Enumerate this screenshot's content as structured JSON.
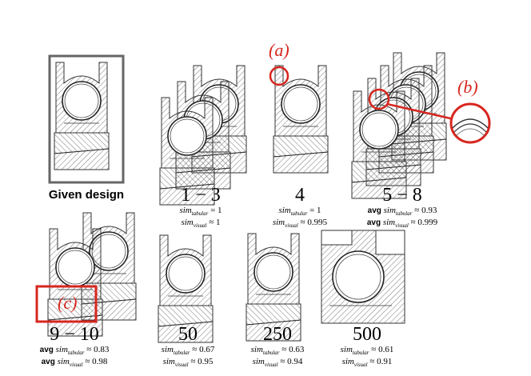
{
  "given_label": "Given design",
  "annotations": {
    "a": "(a)",
    "b": "(b)",
    "c": "(c)"
  },
  "colors": {
    "highlight": "#d7261e",
    "frame": "#666666",
    "line": "#333333",
    "hatch": "#555555"
  },
  "groups": [
    {
      "id": "1-3",
      "title": "1 − 3",
      "avg": "",
      "tab_rel": "= 1",
      "vis_rel": "≈ 1"
    },
    {
      "id": "4",
      "title": "4",
      "avg": "",
      "tab_rel": "= 1",
      "vis_rel": "≈ 0.995"
    },
    {
      "id": "5-8",
      "title": "5 − 8",
      "avg": "avg",
      "tab_rel": "≈ 0.93",
      "vis_rel": "≈ 0.999"
    },
    {
      "id": "9-10",
      "title": "9 − 10",
      "avg": "avg",
      "tab_rel": "≈ 0.83",
      "vis_rel": "≈ 0.98"
    },
    {
      "id": "50",
      "title": "50",
      "avg": "",
      "tab_rel": "≈ 0.67",
      "vis_rel": "≈ 0.95"
    },
    {
      "id": "250",
      "title": "250",
      "avg": "",
      "tab_rel": "≈ 0.63",
      "vis_rel": "≈ 0.94"
    },
    {
      "id": "500",
      "title": "500",
      "avg": "",
      "tab_rel": "≈ 0.61",
      "vis_rel": "≈ 0.91"
    }
  ],
  "sim_symbol": "sim",
  "tabular_sub": "tabular",
  "visual_sub": "visual"
}
